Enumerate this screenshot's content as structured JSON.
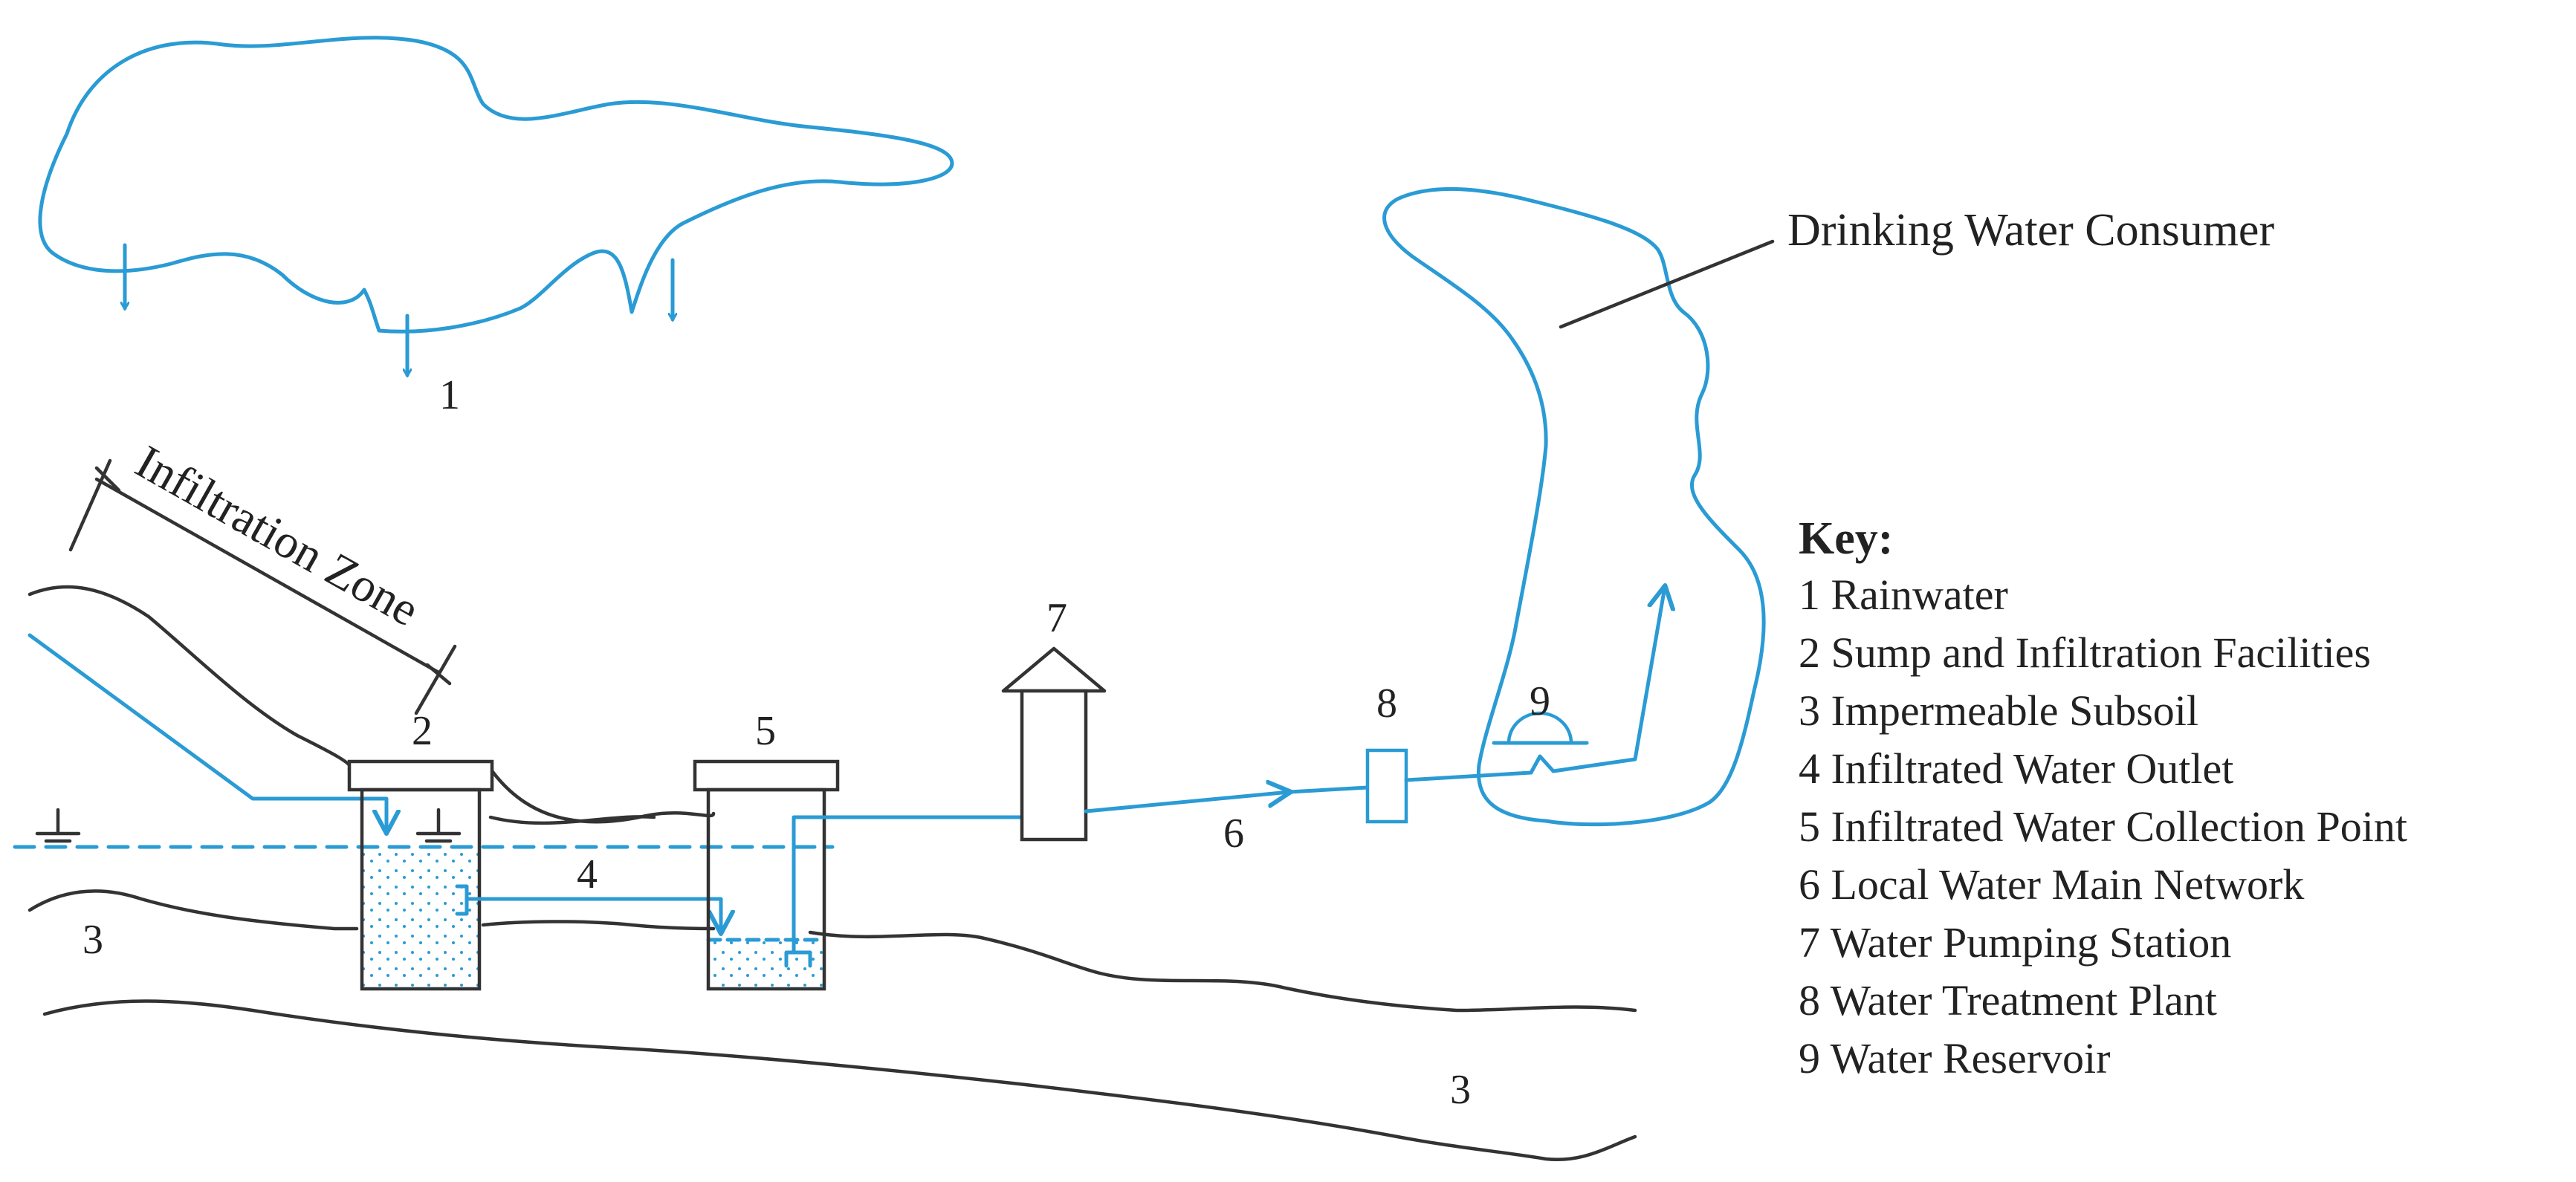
{
  "labels": {
    "rainwater_num": "1",
    "sump_num": "2",
    "subsoil_left_num": "3",
    "subsoil_right_num": "3",
    "outlet_num": "4",
    "collection_num": "5",
    "network_num": "6",
    "pumping_num": "7",
    "treatment_num": "8",
    "reservoir_num": "9",
    "infiltration_zone": "Infiltration Zone",
    "consumer": "Drinking Water Consumer"
  },
  "key": {
    "title": "Key:",
    "items": [
      "1 Rainwater",
      "2 Sump and Infiltration Facilities",
      "3 Impermeable Subsoil",
      "4 Infiltrated Water Outlet",
      "5 Infiltrated Water Collection Point",
      "6 Local Water Main Network",
      "7 Water Pumping Station",
      "8 Water Treatment Plant",
      "9 Water Reservoir"
    ]
  },
  "colors": {
    "water": "#2a9bd4",
    "line": "#333333",
    "background": "#ffffff"
  }
}
